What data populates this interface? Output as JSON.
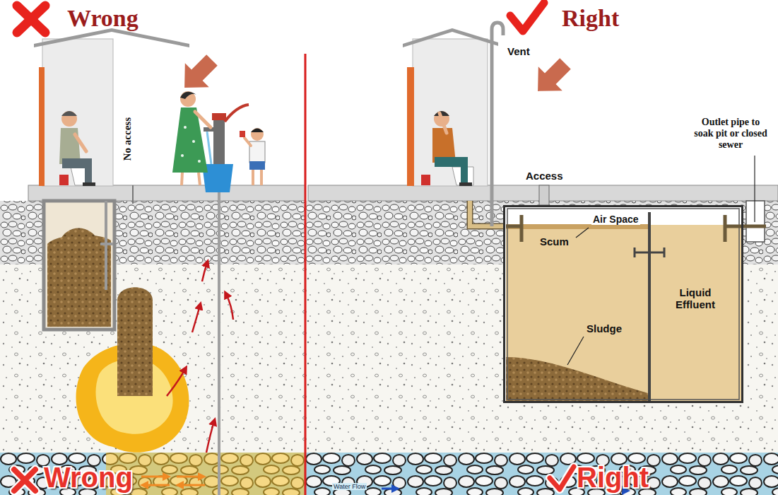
{
  "diagram": {
    "nodes": [
      {
        "text": [
          "Air Space",
          "Scum",
          "Sludge",
          "Liquid Effluent"
        ]
      }
    ],
    "labels": [
      "Wrong",
      "Right",
      "No access",
      "Vent",
      "Access",
      "Outlet pipe to soak pit or closed sewer",
      "Wrong",
      "Right",
      "Water Flow"
    ]
  }
}
